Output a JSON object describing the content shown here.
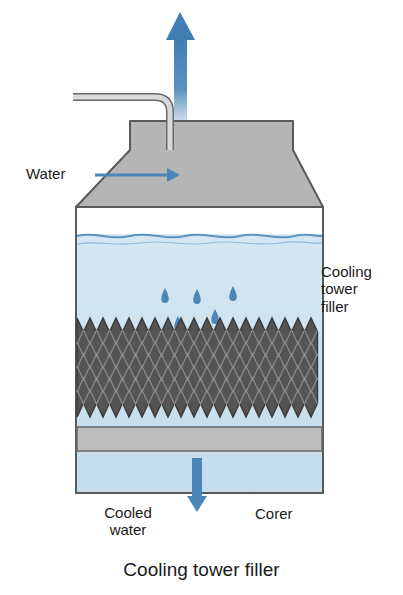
{
  "diagram": {
    "caption": "Cooling tower filler",
    "labels": [
      "Water",
      "Cooling tower filler",
      "Cooled water",
      "Corer"
    ]
  }
}
